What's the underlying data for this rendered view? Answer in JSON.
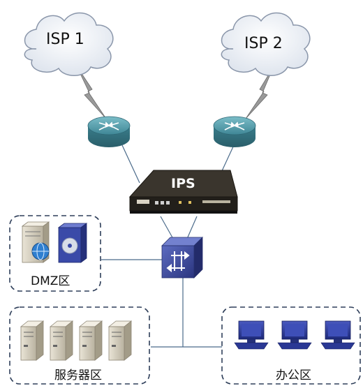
{
  "nodes": {
    "isp1": "ISP 1",
    "isp2": "ISP 2",
    "ips": "IPS"
  },
  "zones": {
    "dmz": "DMZ区",
    "servers": "服务器区",
    "office": "办公区"
  },
  "colors": {
    "cloud_fill": "#e8edf4",
    "router_fill": "#4f9aa8",
    "ips_body": "#2e2a24",
    "switch_fill": "#3d4a9a",
    "monitor": "#2a3894",
    "zone_border": "#2f3f5a",
    "link_line": "#4a6a8a"
  },
  "icons": {
    "cloud": "cloud-icon",
    "router": "router-icon",
    "ips": "ips-appliance-icon",
    "switch": "switch-icon",
    "server": "server-icon",
    "pc": "pc-icon"
  }
}
